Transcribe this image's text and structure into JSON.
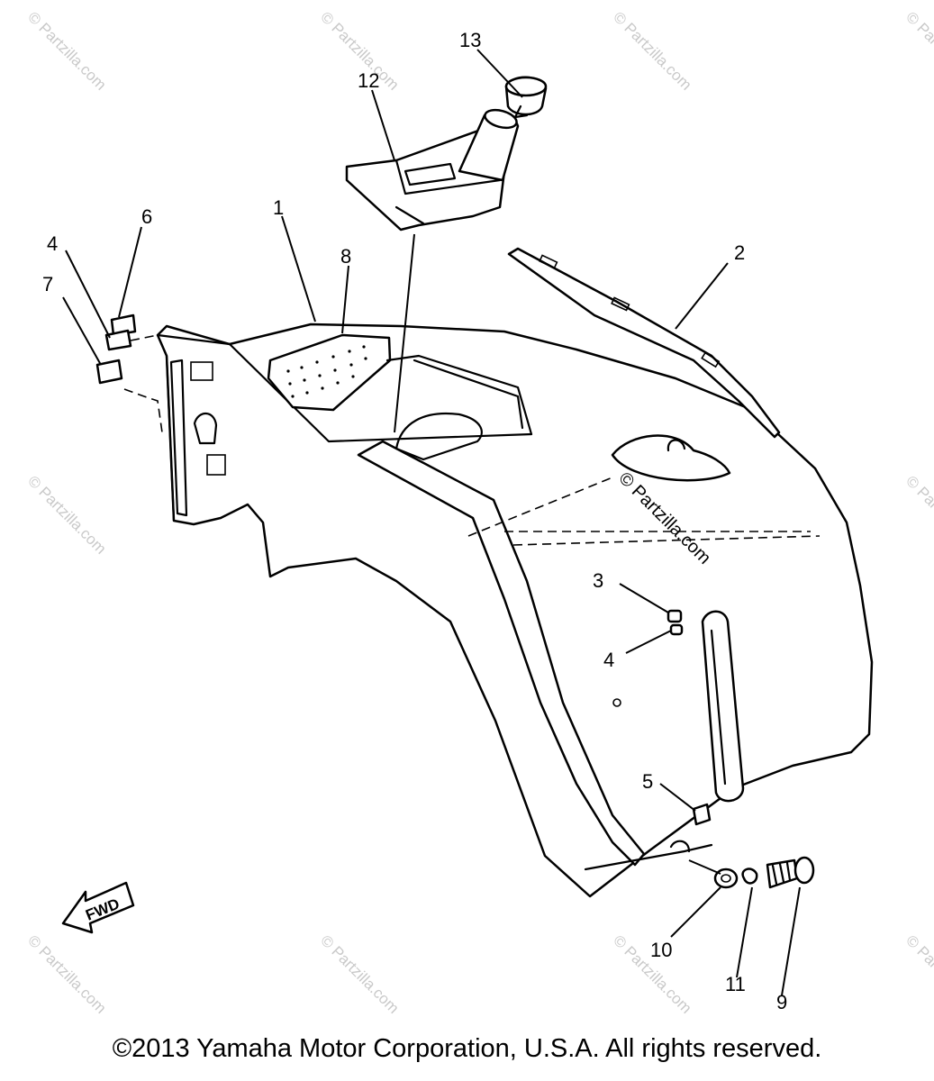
{
  "callouts": [
    "1",
    "2",
    "3",
    "4",
    "4",
    "5",
    "6",
    "7",
    "8",
    "9",
    "10",
    "11",
    "12",
    "13"
  ],
  "fwd_label": "FWD",
  "watermark": "© Partzilla.com",
  "copyright": "©2013 Yamaha Motor Corporation, U.S.A. All rights reserved."
}
